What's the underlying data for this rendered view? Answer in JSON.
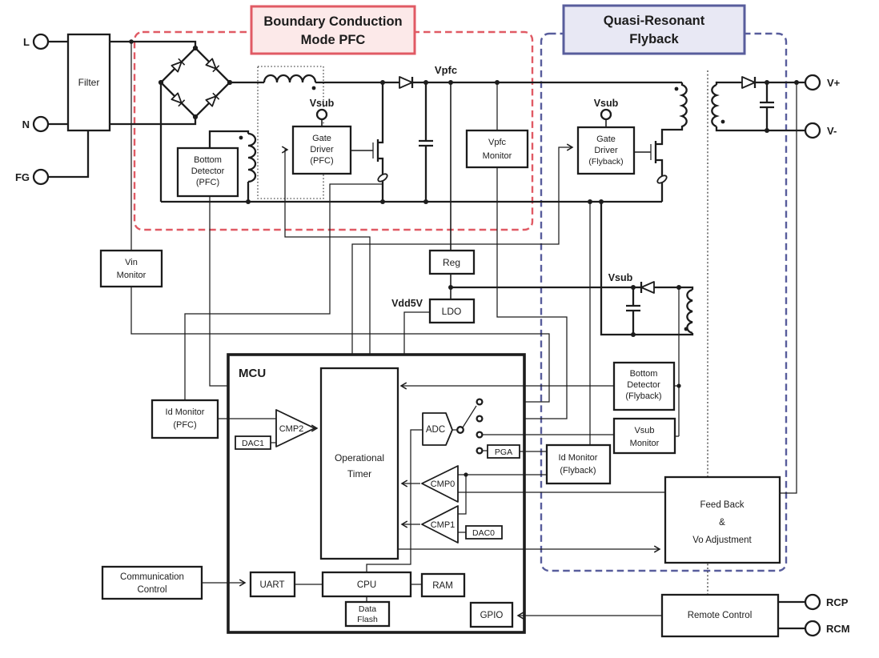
{
  "colors": {
    "wire": "#1c1c1c",
    "pfc_accent": "#e05a64",
    "pfc_fill": "#fce9e9",
    "flyback_accent": "#585d9c",
    "flyback_text": "#4f55a0",
    "flyback_fill": "#e8e8f4"
  },
  "titles": {
    "pfc_line1": "Boundary Conduction",
    "pfc_line2": "Mode PFC",
    "flyback_line1": "Quasi-Resonant",
    "flyback_line2": "Flyback"
  },
  "terminals": {
    "l": "L",
    "n": "N",
    "fg": "FG",
    "v_plus": "V+",
    "v_minus": "V-",
    "rcp": "RCP",
    "rcm": "RCM"
  },
  "nets": {
    "vpfc": "Vpfc",
    "vsub_pfc": "Vsub",
    "vsub_flyback": "Vsub",
    "vsub_aux": "Vsub",
    "vdd5v": "Vdd5V"
  },
  "blocks": {
    "filter": "Filter",
    "bottom_detector_pfc": [
      "Bottom",
      "Detector",
      "(PFC)"
    ],
    "gate_driver_pfc": [
      "Gate",
      "Driver",
      "(PFC)"
    ],
    "vpfc_monitor": [
      "Vpfc",
      "Monitor"
    ],
    "gate_driver_flyback": [
      "Gate",
      "Driver",
      "(Flyback)"
    ],
    "vin_monitor": [
      "Vin",
      "Monitor"
    ],
    "reg": "Reg",
    "ldo": "LDO",
    "mcu": "MCU",
    "operational_timer": [
      "Operational",
      "Timer"
    ],
    "id_monitor_pfc": [
      "Id Monitor",
      "(PFC)"
    ],
    "dac1": "DAC1",
    "cmp2": "CMP2",
    "adc": "ADC",
    "pga": "PGA",
    "cmp0": "CMP0",
    "cmp1": "CMP1",
    "dac0": "DAC0",
    "uart": "UART",
    "cpu": "CPU",
    "ram": "RAM",
    "data_flash": [
      "Data",
      "Flash"
    ],
    "gpio": "GPIO",
    "bottom_detector_flyback": [
      "Bottom",
      "Detector",
      "(Flyback)"
    ],
    "vsub_monitor": [
      "Vsub",
      "Monitor"
    ],
    "id_monitor_flyback": [
      "Id Monitor",
      "(Flyback)"
    ],
    "feedback": [
      "Feed Back",
      "&",
      "Vo Adjustment"
    ],
    "communication_control": [
      "Communication",
      "Control"
    ],
    "remote_control": "Remote Control"
  }
}
